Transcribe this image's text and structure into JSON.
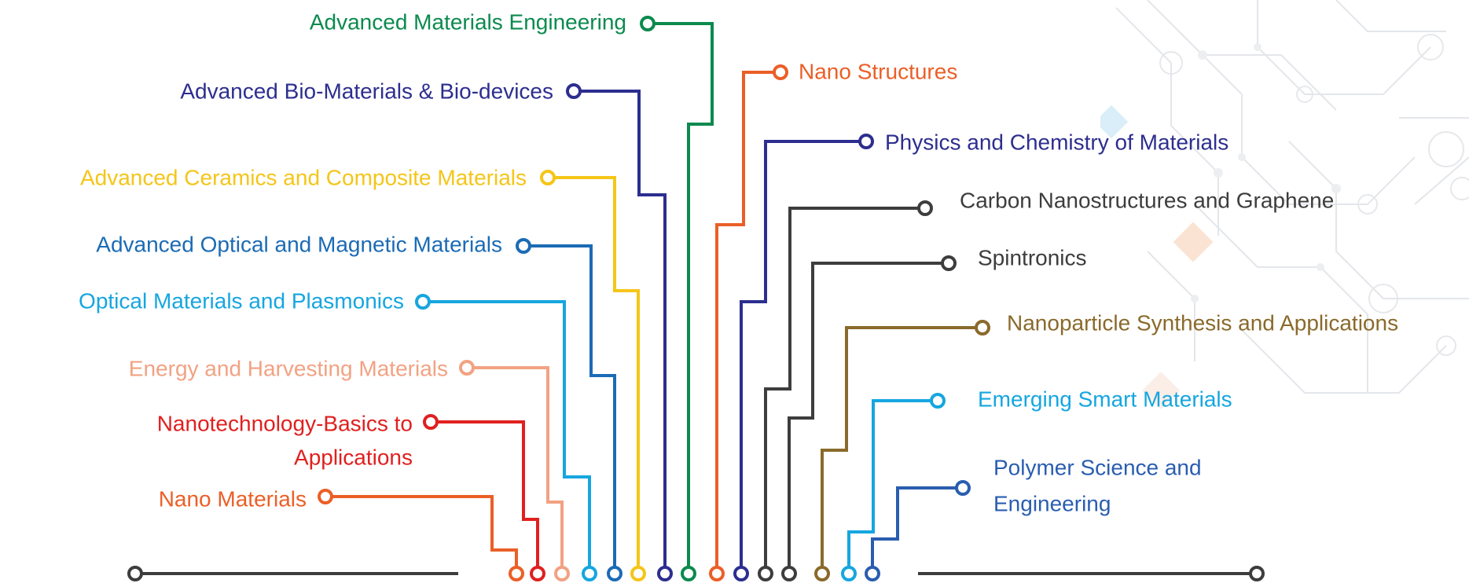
{
  "colors": {
    "green": "#0b8a4e",
    "navy": "#2d2e8f",
    "yellow": "#f5c518",
    "blue": "#1b6bb5",
    "sky": "#16a6df",
    "peach": "#f2a283",
    "red": "#e0201f",
    "orange": "#eb5f27",
    "gray": "#3d3d3d",
    "brown": "#8a6a2b",
    "polymer": "#2a5db0"
  },
  "topics": [
    {
      "label": "Advanced Materials Engineering",
      "color": "green"
    },
    {
      "label": "Advanced Bio-Materials & Bio-devices",
      "color": "navy"
    },
    {
      "label": "Advanced Ceramics and Composite Materials",
      "color": "yellow"
    },
    {
      "label": "Advanced Optical and Magnetic Materials",
      "color": "blue"
    },
    {
      "label": "Optical Materials and Plasmonics",
      "color": "sky"
    },
    {
      "label": "Energy and Harvesting Materials",
      "color": "peach"
    },
    {
      "label": "Nanotechnology-Basics to",
      "label_line2": "Applications",
      "color": "red"
    },
    {
      "label": "Nano Materials",
      "color": "orange"
    },
    {
      "label": "Nano Structures",
      "color": "orange"
    },
    {
      "label": "Physics and Chemistry of Materials",
      "color": "navy"
    },
    {
      "label": "Carbon Nanostructures and Graphene",
      "color": "gray"
    },
    {
      "label": "Spintronics",
      "color": "gray"
    },
    {
      "label": "Nanoparticle Synthesis and Applications",
      "color": "brown"
    },
    {
      "label": "Emerging Smart Materials",
      "color": "sky"
    },
    {
      "label": "Polymer Science and",
      "label_line2": "Engineering",
      "color": "polymer"
    }
  ],
  "baseline": {
    "color": "gray"
  }
}
